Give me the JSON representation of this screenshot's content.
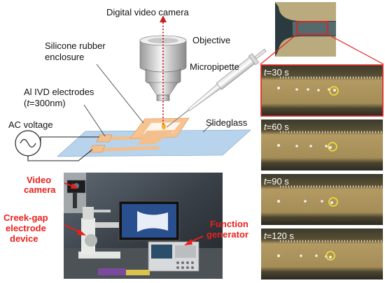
{
  "schematic": {
    "camera_label": "Digital video camera",
    "objective_label": "Objective",
    "enclosure_label_1": "Silicone rubber",
    "enclosure_label_2": "enclosure",
    "micropipette_label": "Micropipette",
    "electrodes_label": "Al IVD electrodes",
    "thickness_prefix": "(",
    "thickness_var": "t",
    "thickness_value": "=300nm)",
    "ac_label": "AC voltage",
    "slide_label": "Slideglass"
  },
  "photo": {
    "video_camera_1": "Video",
    "video_camera_2": "camera",
    "device_1": "Creek-gap",
    "device_2": "electrode",
    "device_3": "device",
    "generator_1": "Function",
    "generator_2": "generator"
  },
  "frames": [
    {
      "var": "t",
      "value": "=30 s"
    },
    {
      "var": "t",
      "value": "=60 s"
    },
    {
      "var": "t",
      "value": "=90 s"
    },
    {
      "var": "t",
      "value": "=120 s"
    }
  ],
  "colors": {
    "annotation_red": "#e8201c",
    "highlight_yellow": "#f2e23a",
    "pad_orange": "#f3bf8c",
    "slide_blue": "#b8d3ec"
  }
}
